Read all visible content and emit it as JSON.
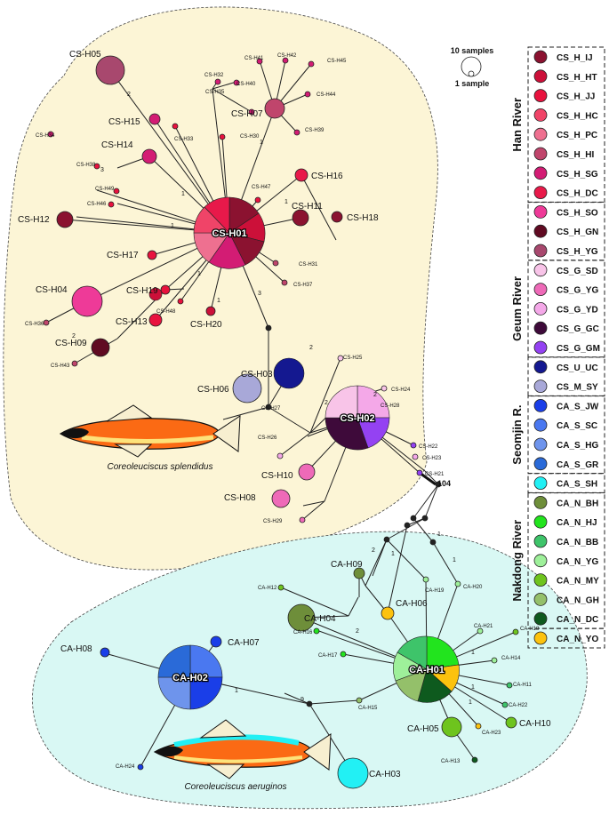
{
  "colors": {
    "splendidus_bg": "#fcf5d6",
    "aeruginos_bg": "#d9f8f4"
  },
  "species": {
    "splendidus": "Coreoleuciscus splendidus",
    "aeruginos": "Coreoleuciscus aeruginos"
  },
  "scale": {
    "large": "10 samples",
    "small": "1 sample"
  },
  "legend": {
    "groups": [
      {
        "river": "Han River",
        "items": [
          {
            "code": "CS_H_IJ",
            "color": "#8b1230"
          },
          {
            "code": "CS_H_HT",
            "color": "#cc1039"
          },
          {
            "code": "CS_H_JJ",
            "color": "#e8123e"
          },
          {
            "code": "CS_H_HC",
            "color": "#f04468"
          },
          {
            "code": "CS_H_PC",
            "color": "#ee7090"
          },
          {
            "code": "CS_H_HI",
            "color": "#c0456c"
          },
          {
            "code": "CS_H_SG",
            "color": "#d31c74"
          },
          {
            "code": "CS_H_DC",
            "color": "#e8194a"
          }
        ]
      },
      {
        "river": "",
        "items": [
          {
            "code": "CS_H_SO",
            "color": "#ee3a98"
          },
          {
            "code": "CS_H_GN",
            "color": "#600a22"
          },
          {
            "code": "CS_H_YG",
            "color": "#a8486e"
          }
        ]
      },
      {
        "river": "Geum River",
        "items": [
          {
            "code": "CS_G_SD",
            "color": "#f8c4e8"
          },
          {
            "code": "CS_G_YG",
            "color": "#ee6ab8"
          },
          {
            "code": "CS_G_YD",
            "color": "#f4a8e8"
          },
          {
            "code": "CS_G_GC",
            "color": "#3e0a3a"
          },
          {
            "code": "CS_G_GM",
            "color": "#9442f2"
          }
        ]
      },
      {
        "river": "",
        "items": [
          {
            "code": "CS_U_UC",
            "color": "#141890"
          },
          {
            "code": "CS_M_SY",
            "color": "#a8a8d8"
          }
        ]
      },
      {
        "river": "Seomjin R.",
        "items": [
          {
            "code": "CA_S_JW",
            "color": "#1a3ee8"
          },
          {
            "code": "CA_S_SC",
            "color": "#4a78f0"
          },
          {
            "code": "CA_S_HG",
            "color": "#6e94ec"
          },
          {
            "code": "CA_S_GR",
            "color": "#2a6ad8"
          }
        ]
      },
      {
        "river": "",
        "items": [
          {
            "code": "CA_S_SH",
            "color": "#22f0f4"
          }
        ]
      },
      {
        "river": "Nakdong River",
        "items": [
          {
            "code": "CA_N_BH",
            "color": "#6e8e3a"
          },
          {
            "code": "CA_N_HJ",
            "color": "#22e41e"
          },
          {
            "code": "CA_N_BB",
            "color": "#3ec46a"
          },
          {
            "code": "CA_N_YG",
            "color": "#9ef09a"
          },
          {
            "code": "CA_N_MY",
            "color": "#6ec41e"
          },
          {
            "code": "CA_N_GH",
            "color": "#94c06a"
          },
          {
            "code": "CA_N_DC",
            "color": "#0e5a1e"
          }
        ]
      },
      {
        "river": "",
        "items": [
          {
            "code": "CA_N_YO",
            "color": "#fcc20e"
          }
        ]
      }
    ]
  },
  "network": {
    "big_labels": [
      "CS-H01",
      "CS-H02",
      "CA-H01",
      "CA-H02"
    ],
    "labels": [
      "CS-H05",
      "CS-H15",
      "CS-H14",
      "CS-H07",
      "CS-H16",
      "CS-H12",
      "CS-H11",
      "CS-H18",
      "CS-H17",
      "CS-H04",
      "CS-H19",
      "CS-H13",
      "CS-H09",
      "CS-H20",
      "CS-H06",
      "CS-H03",
      "CS-H10",
      "CS-H08",
      "CA-H09",
      "CA-H04",
      "CA-H06",
      "CA-H08",
      "CA-H07",
      "CA-H05",
      "CA-H10",
      "CA-H03"
    ],
    "small_labels": [
      "CS-H41",
      "CS-H42",
      "CS-H45",
      "CS-H32",
      "CS-H40",
      "CS-H44",
      "CS-H35",
      "CS-H39",
      "CS-H34",
      "CS-H33",
      "CS-H30",
      "CS-H38",
      "CS-H47",
      "CS-H49",
      "CS-H46",
      "CS-H31",
      "CS-H37",
      "CS-H36",
      "CS-H48",
      "CS-H43",
      "CS-H25",
      "CS-H24",
      "CS-H27",
      "CS-H28",
      "CS-H26",
      "CS-H22",
      "CS-H23",
      "CS-H21",
      "CS-H29",
      "CA-H12",
      "CA-H19",
      "CA-H20",
      "CA-H16",
      "CA-H17",
      "CA-H21",
      "CA-H18",
      "CA-H14",
      "CA-H11",
      "CA-H15",
      "CA-H22",
      "CA-H23",
      "CA-H24",
      "CA-H13"
    ],
    "steps": [
      "1",
      "2",
      "3",
      "9",
      "104"
    ]
  }
}
